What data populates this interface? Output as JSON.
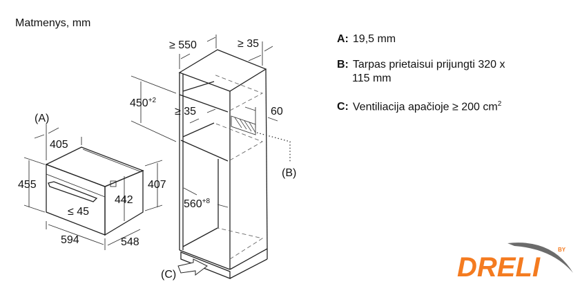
{
  "title": "Matmenys, mm",
  "legend": [
    {
      "key": "A:",
      "text": "19,5 mm"
    },
    {
      "key": "B:",
      "text": "Tarpas prietaisui prijungti 320 x",
      "text2": "115 mm"
    },
    {
      "key": "C:",
      "text": "Ventiliacija apačioje ≥ 200 cm",
      "sup": "2"
    }
  ],
  "oven_dims": {
    "a_label": "(A)",
    "depth_front": "405",
    "height_total": "455",
    "height_inner": "442",
    "height_side": "407",
    "handle": "≤ 45",
    "width": "594",
    "depth": "548"
  },
  "cabinet_dims": {
    "depth_min": "≥ 550",
    "back_gap": "≥ 35",
    "niche_height": "450",
    "niche_height_tol": "+2",
    "gap_inner": "≥ 35",
    "side_60": "60",
    "b_label": "(B)",
    "width": "560",
    "width_tol": "+8",
    "c_label": "(C)"
  },
  "logo": {
    "text": "DRELI",
    "by": "BY",
    "color": "#f47b20"
  }
}
